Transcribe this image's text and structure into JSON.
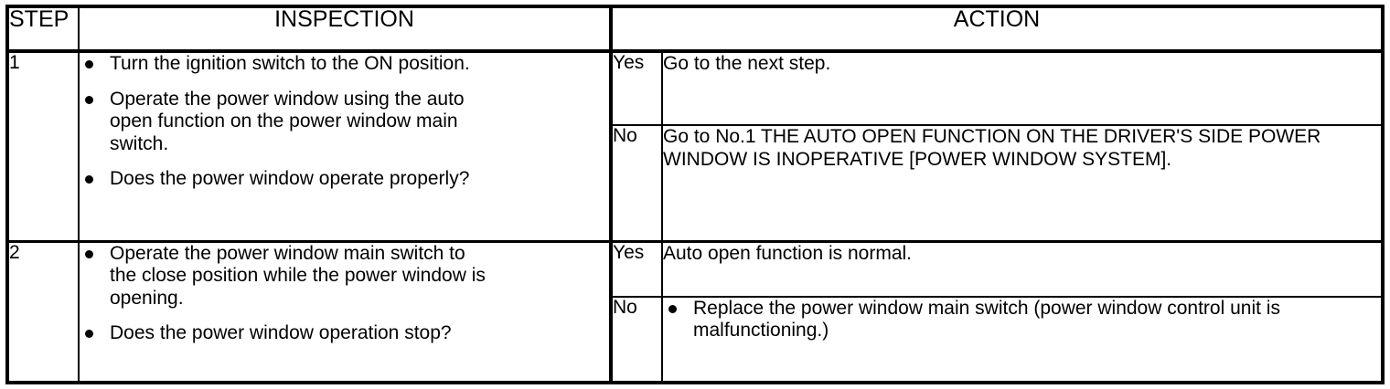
{
  "table": {
    "headers": {
      "step": "STEP",
      "inspection": "INSPECTION",
      "action": "ACTION"
    },
    "rows": [
      {
        "step": "1",
        "inspection_bullets": [
          "Turn the ignition switch to the ON position.",
          "Operate the power window using the auto open function on the power window main switch.",
          "Does the power window operate properly?"
        ],
        "results": [
          {
            "label": "Yes",
            "action_text": "Go to the next step.",
            "action_bullets": []
          },
          {
            "label": "No",
            "action_text": "Go to No.1 THE AUTO OPEN FUNCTION ON THE DRIVER'S SIDE POWER WINDOW IS INOPERATIVE [POWER WINDOW SYSTEM].",
            "action_bullets": []
          }
        ]
      },
      {
        "step": "2",
        "inspection_bullets": [
          "Operate the power window main switch to the close position while the power window is opening.",
          "Does the power window operation stop?"
        ],
        "results": [
          {
            "label": "Yes",
            "action_text": "Auto open function is normal.",
            "action_bullets": []
          },
          {
            "label": "No",
            "action_text": "",
            "action_bullets": [
              "Replace the power window main switch (power window control unit is malfunctioning.)"
            ]
          }
        ]
      }
    ]
  },
  "colors": {
    "border": "#000000",
    "background": "#ffffff",
    "text": "#000000"
  }
}
